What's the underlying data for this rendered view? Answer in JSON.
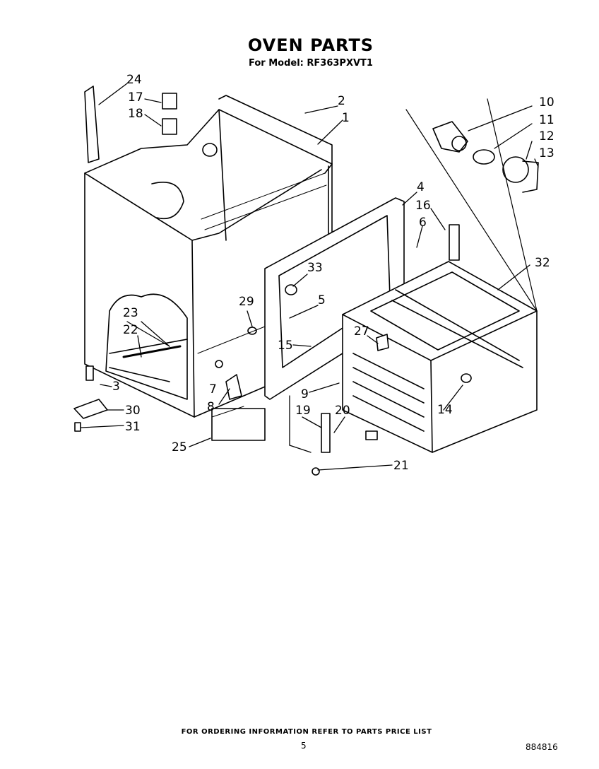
{
  "header": {
    "title": "OVEN PARTS",
    "subtitle": "For Model: RF363PXVT1"
  },
  "callouts": [
    "1",
    "2",
    "3",
    "4",
    "5",
    "6",
    "7",
    "8",
    "9",
    "10",
    "11",
    "12",
    "13",
    "14",
    "15",
    "16",
    "17",
    "18",
    "19",
    "20",
    "21",
    "22",
    "23",
    "24",
    "25",
    "27",
    "29",
    "30",
    "31",
    "32",
    "33"
  ],
  "footer": {
    "note": "FOR ORDERING INFORMATION REFER TO PARTS PRICE LIST",
    "page": "5",
    "doc_number": "884816"
  }
}
